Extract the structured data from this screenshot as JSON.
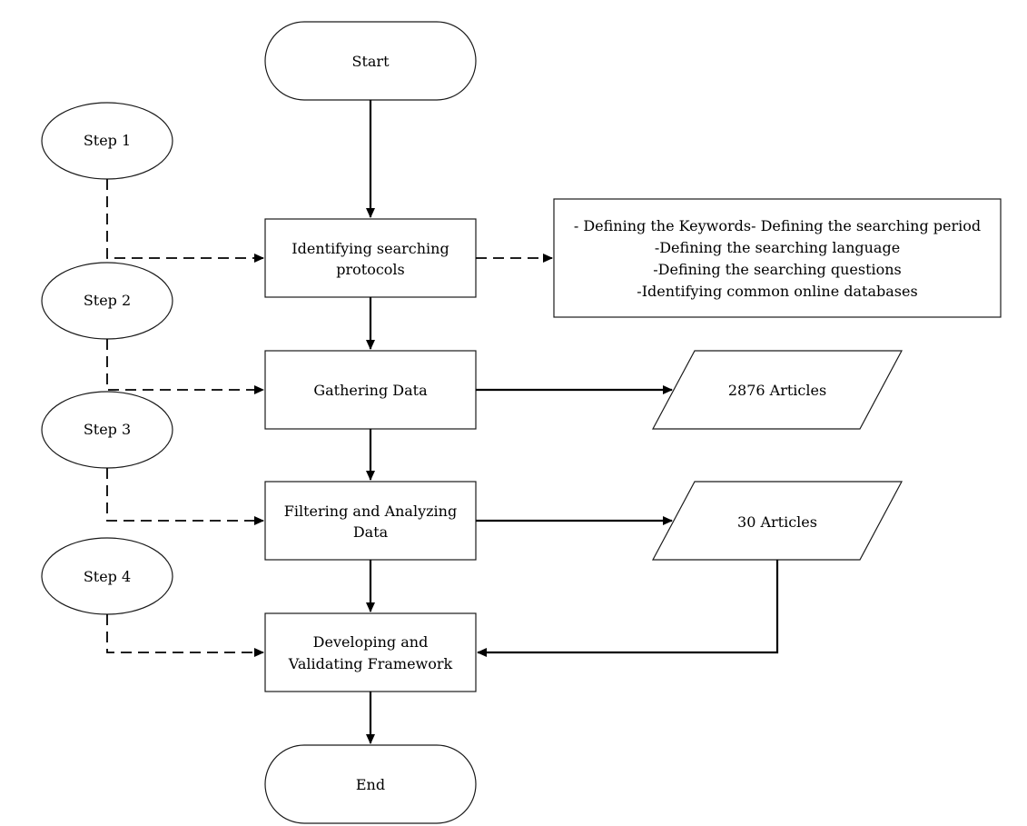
{
  "diagram": {
    "start": "Start",
    "end": "End",
    "steps": [
      "Step 1",
      "Step 2",
      "Step 3",
      "Step 4"
    ],
    "process": {
      "identify": [
        "Identifying searching",
        "protocols"
      ],
      "gather": [
        "Gathering Data"
      ],
      "filter": [
        "Filtering and Analyzing",
        "Data"
      ],
      "develop": [
        "Developing and",
        "Validating Framework"
      ]
    },
    "protocol_details": [
      "- Defining the Keywords- Defining the searching period",
      "-Defining the searching language",
      "-Defining the searching questions",
      "-Identifying common online databases"
    ],
    "outputs": {
      "gathered": "2876 Articles",
      "filtered": "30 Articles"
    }
  }
}
